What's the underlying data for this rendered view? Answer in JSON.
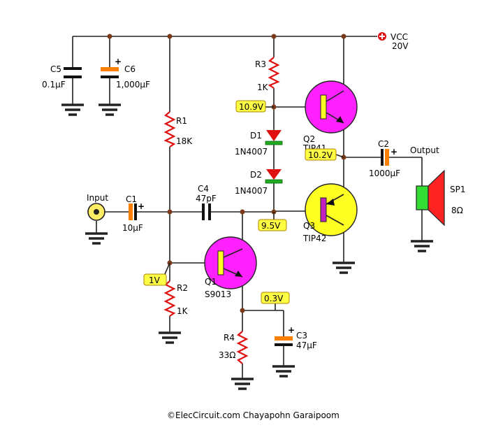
{
  "colors": {
    "wire": "#222222",
    "resistor": "#e01010",
    "npn_body": "#ff22ff",
    "pnp_body": "#ffff22",
    "cap_orange": "#ff7f00",
    "diode": "#e01010",
    "diode_band": "#22aa22",
    "speaker_coil": "#33dd33",
    "speaker_cone": "#ff2222",
    "voltage_tag": "#ffff44",
    "vcc_marker": "#e01010"
  },
  "power": {
    "name": "VCC",
    "value": "20V"
  },
  "components": {
    "c5": {
      "name": "C5",
      "value": "0.1µF"
    },
    "c6": {
      "name": "C6",
      "value": "1,000µF"
    },
    "r1": {
      "name": "R1",
      "value": "18K"
    },
    "r2": {
      "name": "R2",
      "value": "1K"
    },
    "r3": {
      "name": "R3",
      "value": "1K"
    },
    "r4": {
      "name": "R4",
      "value": "33Ω"
    },
    "c1": {
      "name": "C1",
      "value": "10µF"
    },
    "c2": {
      "name": "C2",
      "value": "1000µF"
    },
    "c3": {
      "name": "C3",
      "value": "47µF"
    },
    "c4": {
      "name": "C4",
      "value": "47pF"
    },
    "d1": {
      "name": "D1",
      "value": "1N4007"
    },
    "d2": {
      "name": "D2",
      "value": "1N4007"
    },
    "q1": {
      "name": "Q1",
      "value": "S9013"
    },
    "q2": {
      "name": "Q2",
      "value": "TIP41"
    },
    "q3": {
      "name": "Q3",
      "value": "TIP42"
    },
    "sp1": {
      "name": "SP1",
      "value": "8Ω"
    }
  },
  "labels": {
    "input": "Input",
    "output": "Output",
    "polarity": "+"
  },
  "voltages": {
    "q2_base": "10.9V",
    "output_node": "10.2V",
    "q3_base": "9.5V",
    "q1_base": "1V",
    "q1_emitter": "0.3V"
  },
  "footer": {
    "credit": "©ElecCircuit.com Chayapohn Garaipoom"
  },
  "icons": {
    "transistor": "transistor-icon",
    "resistor": "resistor-icon",
    "capacitor": "capacitor-icon",
    "diode": "diode-icon",
    "ground": "ground-icon",
    "speaker": "speaker-icon",
    "input_jack": "input-jack-icon",
    "vcc": "vcc-plus-icon"
  }
}
